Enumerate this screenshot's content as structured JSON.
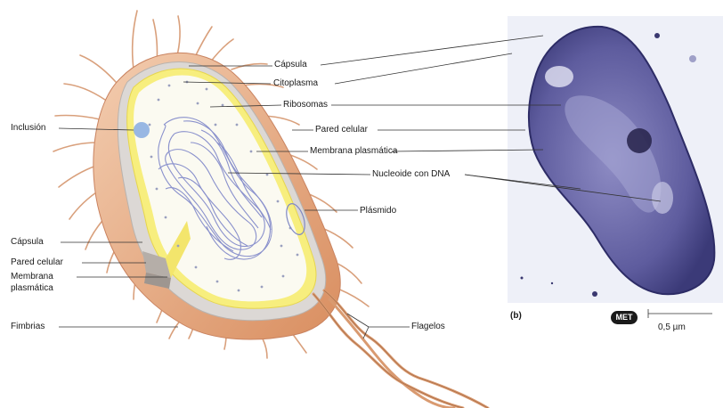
{
  "labels": {
    "capsula_top": "Cápsula",
    "citoplasma": "Citoplasma",
    "ribosomas": "Ribosomas",
    "pared_celular_top": "Pared celular",
    "membrana_plasmatica_top": "Membrana plasmática",
    "nucleoide": "Nucleoide con DNA",
    "plasmido": "Plásmido",
    "flagelos": "Flagelos",
    "inclusion": "Inclusión",
    "capsula_left": "Cápsula",
    "pared_celular_left": "Pared celular",
    "membrana_left_1": "Membrana",
    "membrana_left_2": "plasmática",
    "fimbrias": "Fimbrias"
  },
  "micrograph": {
    "panel_label": "(b)",
    "badge": "MET",
    "scale": "0,5 µm"
  },
  "colors": {
    "capsule": "#e9b48f",
    "wall": "#d6d3d1",
    "membrane": "#f6ec7a",
    "cytoplasm": "#fbfaf0",
    "dna": "#7e86c9",
    "flagella": "#d99a70",
    "micrograph_bg": "#eef0f8",
    "micrograph_cell": "#5a5a9c"
  }
}
